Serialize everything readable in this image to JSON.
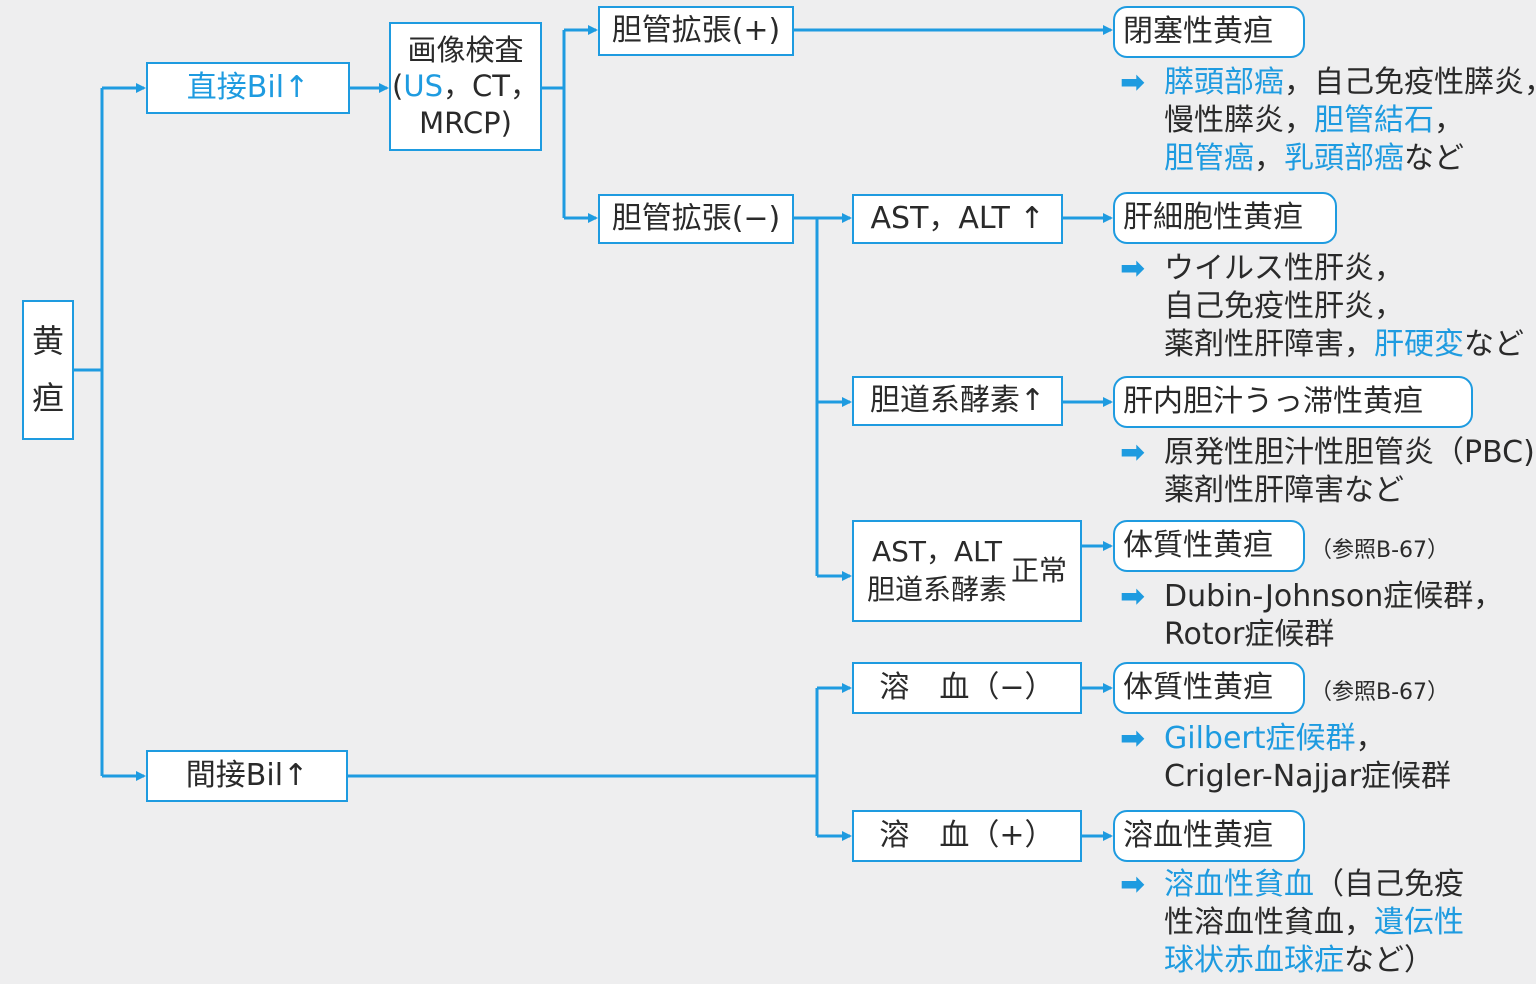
{
  "root": {
    "char1": "黄",
    "char2": "疸"
  },
  "direct": {
    "label": "直接Bil↑"
  },
  "indirect": {
    "label": "間接Bil↑"
  },
  "imaging": {
    "line1": "画像検査",
    "us": "US",
    "ct": "，CT，",
    "mrcp": "MRCP)",
    "open": "("
  },
  "dil_pos": {
    "label": "胆管拡張(+)"
  },
  "dil_neg": {
    "label": "胆管拡張(−)"
  },
  "ast_up": {
    "label": "AST，ALT ↑"
  },
  "enzyme_up": {
    "label": "胆道系酵素↑"
  },
  "normal": {
    "line1": "AST，ALT",
    "line2": "胆道系酵素",
    "suffix": "正常"
  },
  "hemo_neg": {
    "label": "溶　血（−）"
  },
  "hemo_pos": {
    "label": "溶　血（+）"
  },
  "results": {
    "obstructive": "閉塞性黄疸",
    "hepatocellular": "肝細胞性黄疸",
    "cholestatic": "肝内胆汁うっ滞性黄疸",
    "constitutional1": "体質性黄疸",
    "constitutional2": "体質性黄疸",
    "hemolytic": "溶血性黄疸"
  },
  "refs": {
    "ref1": "（参照B-67）",
    "ref2": "（参照B-67）"
  },
  "notes": {
    "arrow": "➡",
    "obstructive": {
      "a": "膵頭部癌",
      "b": "，自己免疫性膵炎，",
      "c": "慢性膵炎，",
      "d": "胆管結石",
      "e": "，",
      "f": "胆管癌",
      "g": "，",
      "h": "乳頭部癌",
      "i": "など"
    },
    "hepatocellular": {
      "a": "ウイルス性肝炎，",
      "b": "自己免疫性肝炎，",
      "c": "薬剤性肝障害，",
      "d": "肝硬変",
      "e": "など"
    },
    "cholestatic": {
      "a": "原発性胆汁性胆管炎（PBC)，",
      "b": "薬剤性肝障害など"
    },
    "constitutional1": {
      "a": "Dubin-Johnson症候群，",
      "b": "Rotor症候群"
    },
    "constitutional2": {
      "a": "Gilbert症候群",
      "b": "，",
      "c": "Crigler-Najjar症候群"
    },
    "hemolytic": {
      "a": "溶血性貧血",
      "b": "（自己免疫",
      "c": "性溶血性貧血，",
      "d": "遺伝性",
      "e": "球状赤血球症",
      "f": "など）"
    }
  },
  "colors": {
    "accent": "#1e9be0",
    "background": "#eeeeef",
    "text": "#2a2a2a"
  }
}
